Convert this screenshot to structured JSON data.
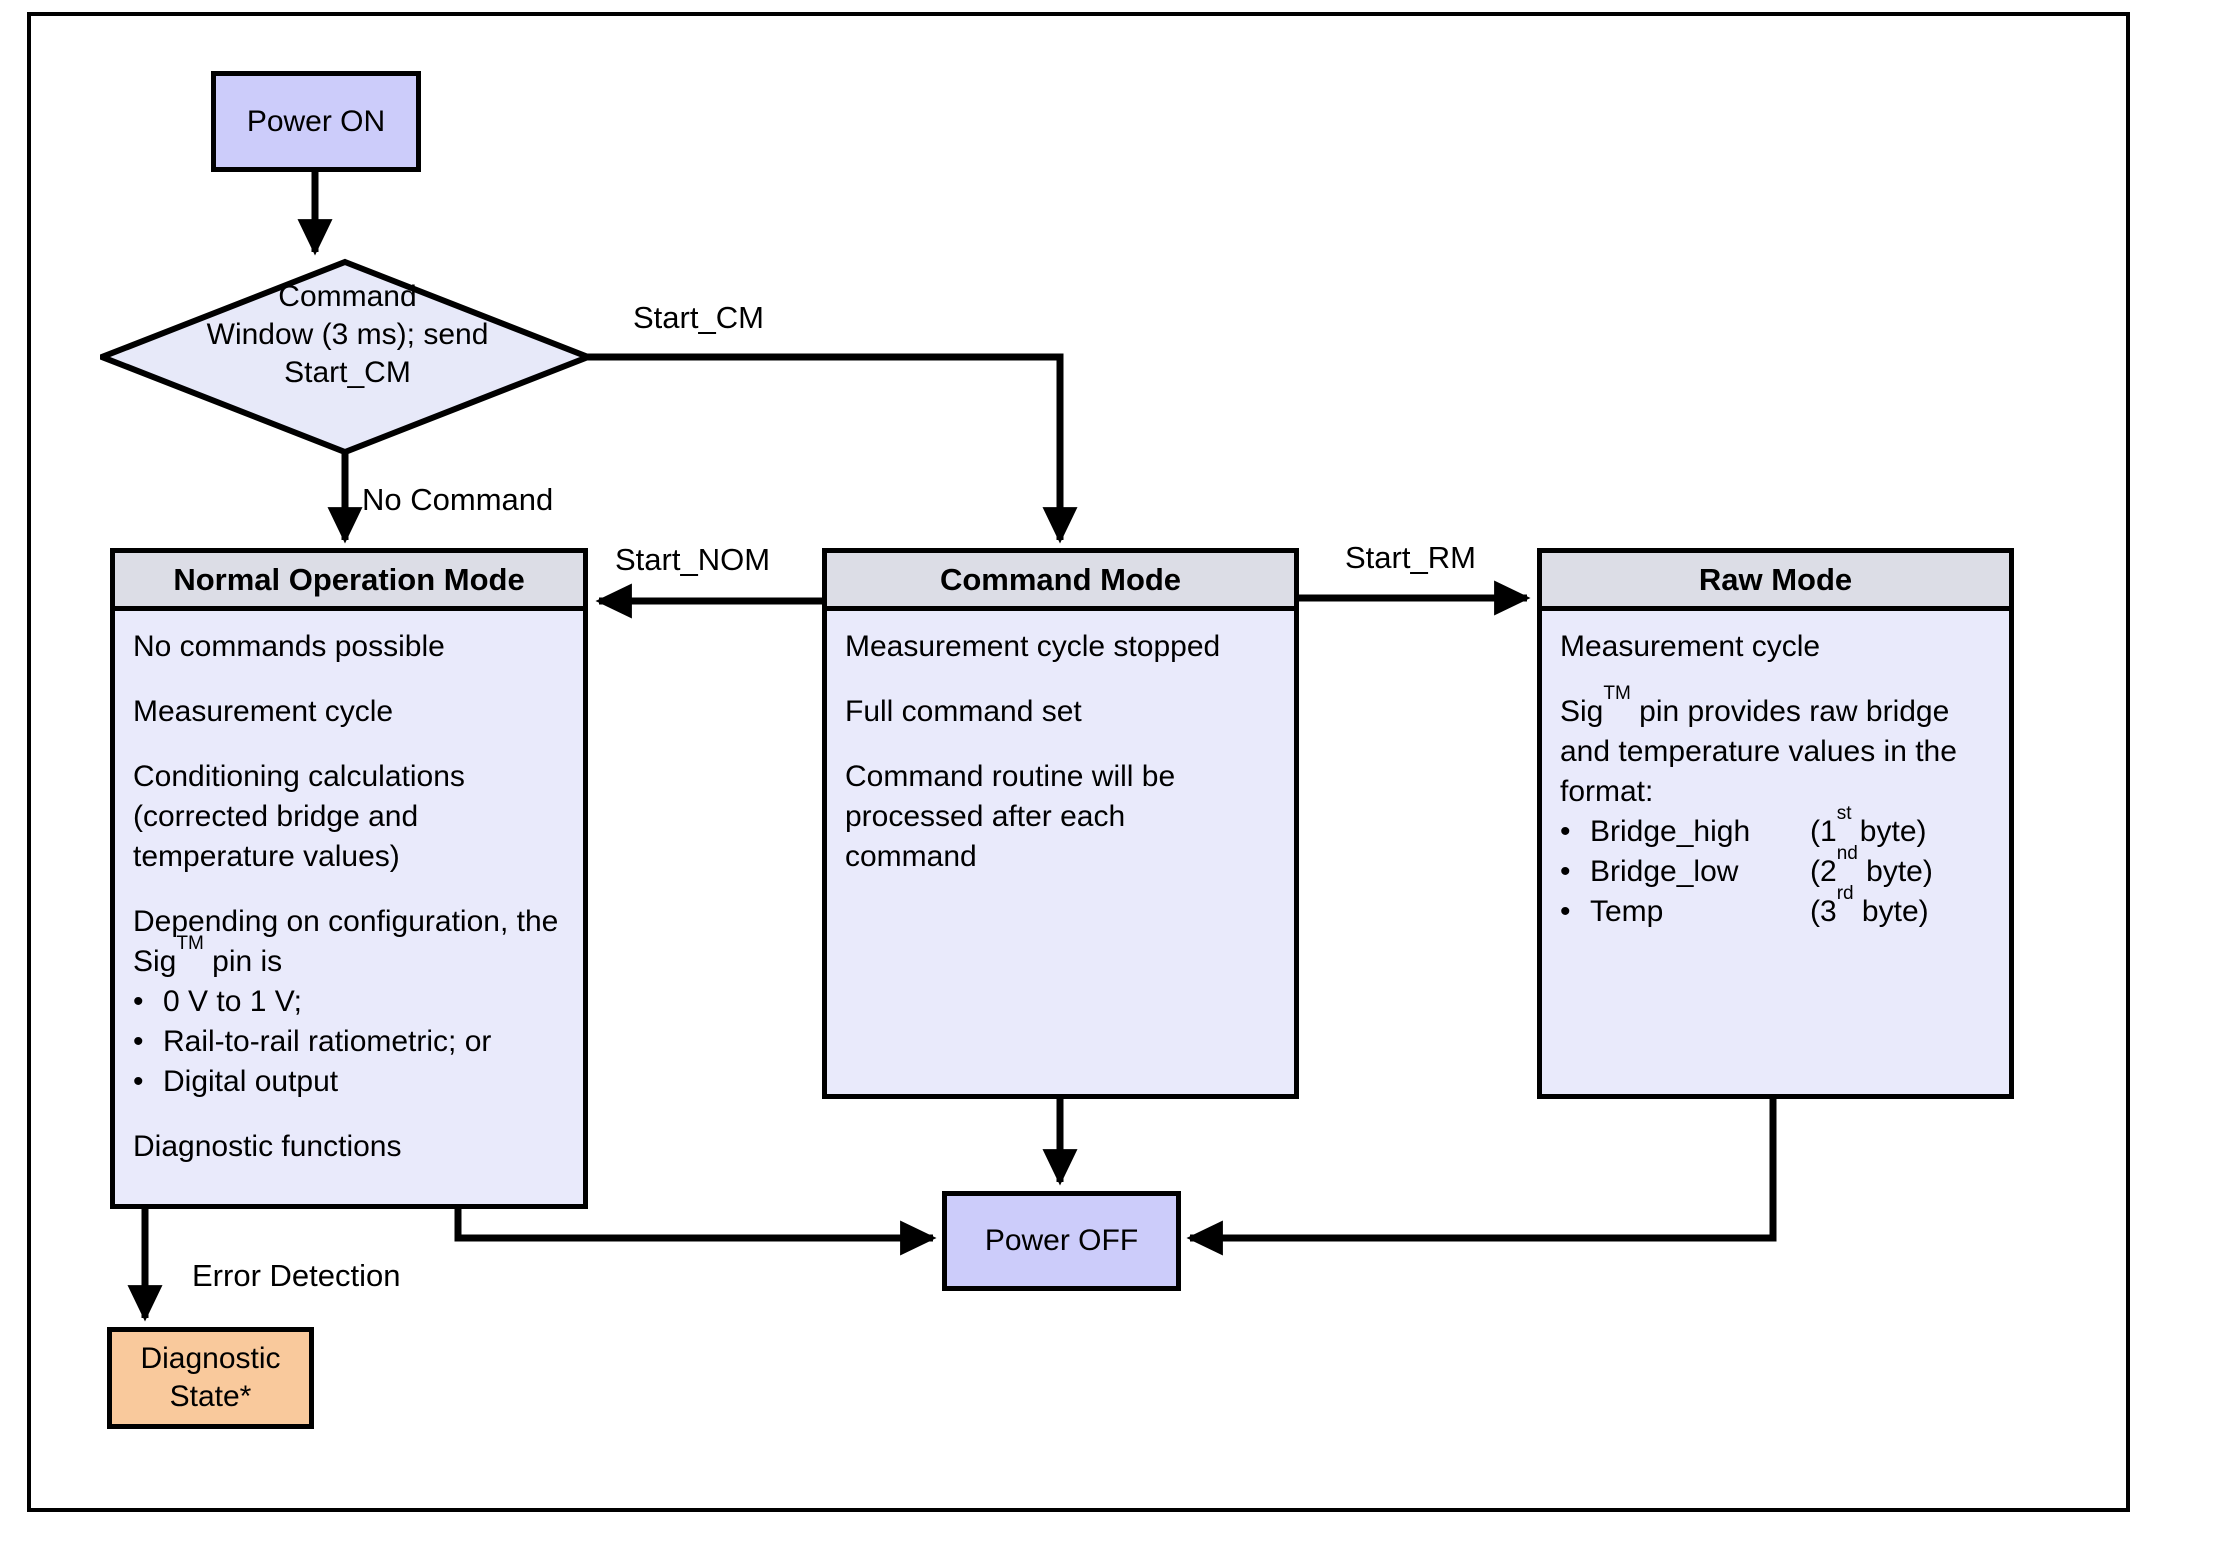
{
  "bullet_char": "•",
  "colors": {
    "node_fill": "#ccccfa",
    "panel_fill": "#e9eafb",
    "header_fill": "#dcdde6",
    "diagnostic_fill": "#f9c99c",
    "line": "#000000"
  },
  "nodes": {
    "power_on": "Power ON",
    "power_off": "Power OFF",
    "diagnostic_state": "Diagnostic State*"
  },
  "decision": {
    "lines": [
      "Command",
      "Window (3 ms); send",
      "Start_CM"
    ]
  },
  "labels": {
    "start_cm": "Start_CM",
    "no_command": "No Command",
    "start_nom": "Start_NOM",
    "start_rm": "Start_RM",
    "error_detection": "Error Detection"
  },
  "modes": {
    "normal": {
      "title": "Normal Operation Mode",
      "p1": "No commands possible",
      "p2": "Measurement cycle",
      "p3": "Conditioning calculations (corrected bridge and temperature values)",
      "p4_pre": "Depending on configuration, the Sig",
      "p4_sup": "TM",
      "p4_post": " pin is",
      "bullets": [
        "0 V to 1 V;",
        "Rail-to-rail ratiometric; or",
        "Digital output"
      ],
      "p5": "Diagnostic functions"
    },
    "command": {
      "title": "Command Mode",
      "p1": "Measurement cycle stopped",
      "p2": "Full command set",
      "p3": "Command routine will be processed after each command"
    },
    "raw": {
      "title": "Raw Mode",
      "p1": "Measurement cycle",
      "p2_pre": "Sig",
      "p2_sup": "TM",
      "p2_post": " pin provides raw bridge and temperature values in the format:",
      "items": [
        {
          "name": "Bridge_high",
          "pre": "(1",
          "sup": "st",
          "post": " byte)"
        },
        {
          "name": "Bridge_low",
          "pre": "(2",
          "sup": "nd",
          "post": " byte)"
        },
        {
          "name": "Temp",
          "pre": "(3",
          "sup": "rd",
          "post": " byte)"
        }
      ]
    }
  }
}
